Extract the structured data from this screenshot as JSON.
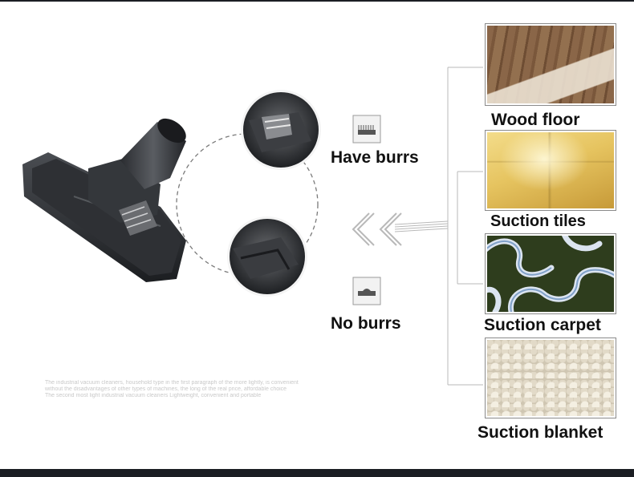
{
  "features": {
    "have_burrs": "Have burrs",
    "no_burrs": "No burrs"
  },
  "surfaces": [
    {
      "label": "Wood floor"
    },
    {
      "label": "Suction tiles"
    },
    {
      "label": "Suction carpet"
    },
    {
      "label": "Suction blanket"
    }
  ],
  "fine_print": [
    "The industrial vacuum cleaners, household type in the first paragraph of the more lightly, is convenient",
    "without the disadvantages of other types of machines, the long of the real price, affordable choice",
    "The second most light industrial vacuum cleaners Lightweight, convenient and portable"
  ],
  "icons": {
    "have_burrs": "brush-strip-icon",
    "no_burrs": "smooth-strip-icon",
    "arrows": "double-chevron-left-icon"
  },
  "colors": {
    "background": "#ffffff",
    "frame": "#22262c",
    "text": "#111111",
    "lines": "#b9b9b9"
  }
}
